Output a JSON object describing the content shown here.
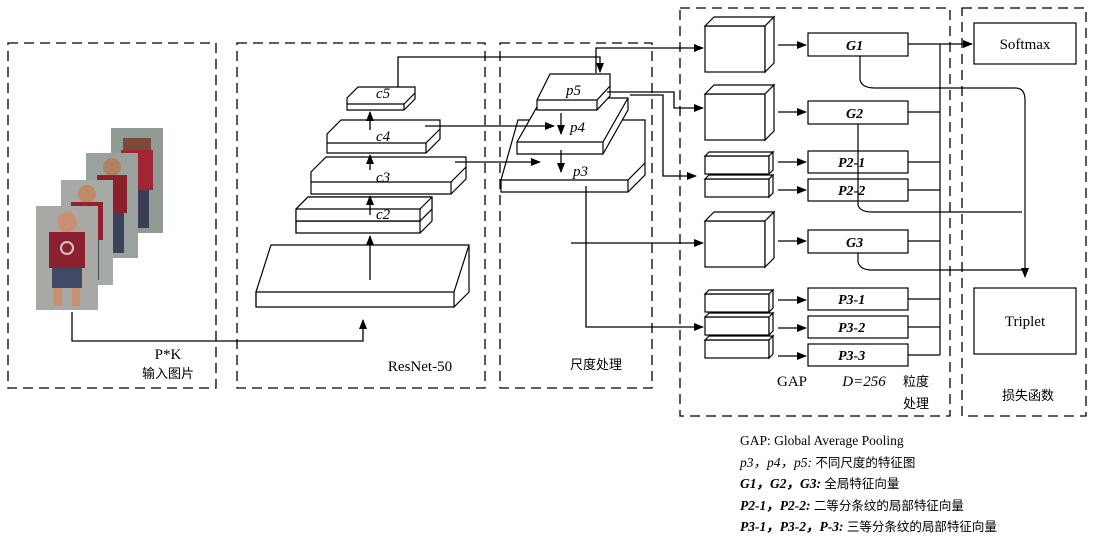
{
  "sections": {
    "input_label_1": "P*K",
    "input_label_2": "输入图片",
    "backbone_label": "ResNet-50",
    "scale_label": "尺度处理",
    "gap_label": "GAP",
    "dim_label": "D=256",
    "granularity_label_1": "粒度",
    "granularity_label_2": "处理",
    "loss_label": "损失函数"
  },
  "resnet_layers": [
    "c5",
    "c4",
    "c3",
    "c2"
  ],
  "pyramid_layers": [
    "p5",
    "p4",
    "p3"
  ],
  "features": [
    "G1",
    "G2",
    "P2-1",
    "P2-2",
    "G3",
    "P3-1",
    "P3-2",
    "P3-3"
  ],
  "losses": {
    "softmax": "Softmax",
    "triplet": "Triplet"
  },
  "legend": [
    {
      "keys": "GAP: Global Average Pooling",
      "desc": ""
    },
    {
      "keys": "p3，p4，p5:",
      "desc": "不同尺度的特征图"
    },
    {
      "keys": "G1，G2，G3:",
      "desc": "全局特征向量"
    },
    {
      "keys": "P2-1，P2-2:",
      "desc": "二等分条纹的局部特征向量"
    },
    {
      "keys": "P3-1，P3-2，P-3:",
      "desc": "三等分条纹的局部特征向量"
    }
  ],
  "colors": {
    "line": "#000000",
    "shirt": "#8a2030",
    "skin": "#c89070",
    "bg_photo": "#9aa0a0"
  }
}
